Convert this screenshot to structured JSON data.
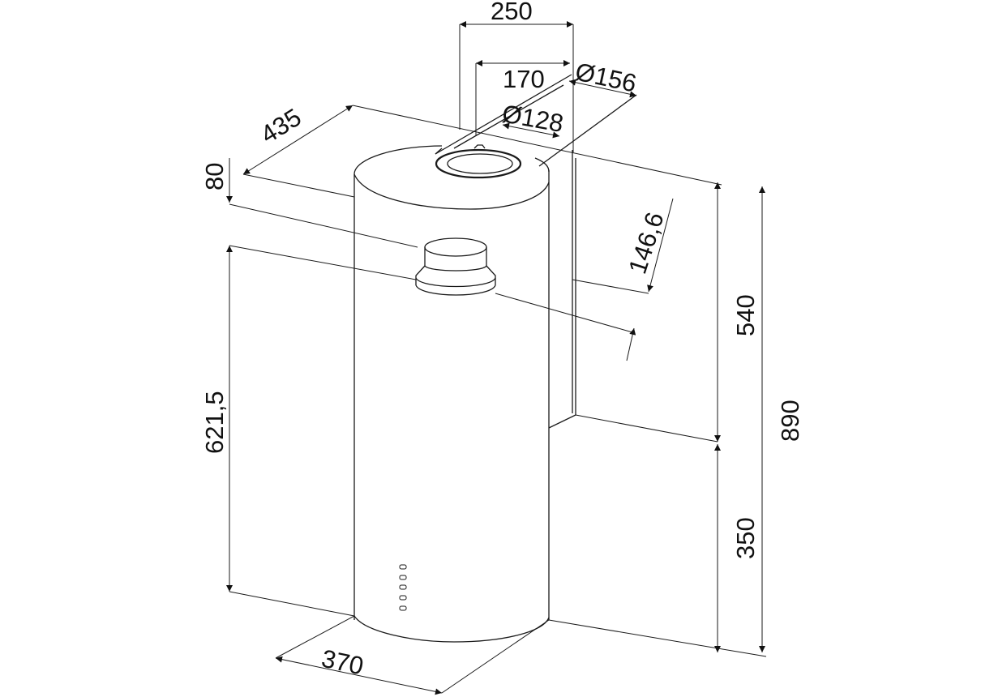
{
  "drawing": {
    "dimensions": {
      "width_top_bracket": "250",
      "width_inner_bracket": "170",
      "outlet_outer_diameter": "Ø156",
      "outlet_inner_diameter": "Ø128",
      "depth_total": "435",
      "top_offset": "80",
      "outlet_height_position": "621,5",
      "diagonal_offset": "146,6",
      "upper_height": "540",
      "lower_height": "350",
      "total_height": "890",
      "cylinder_diameter": "370"
    },
    "control_buttons_count": 5,
    "colors": {
      "line": "#1a1a1a",
      "background": "#ffffff"
    }
  }
}
